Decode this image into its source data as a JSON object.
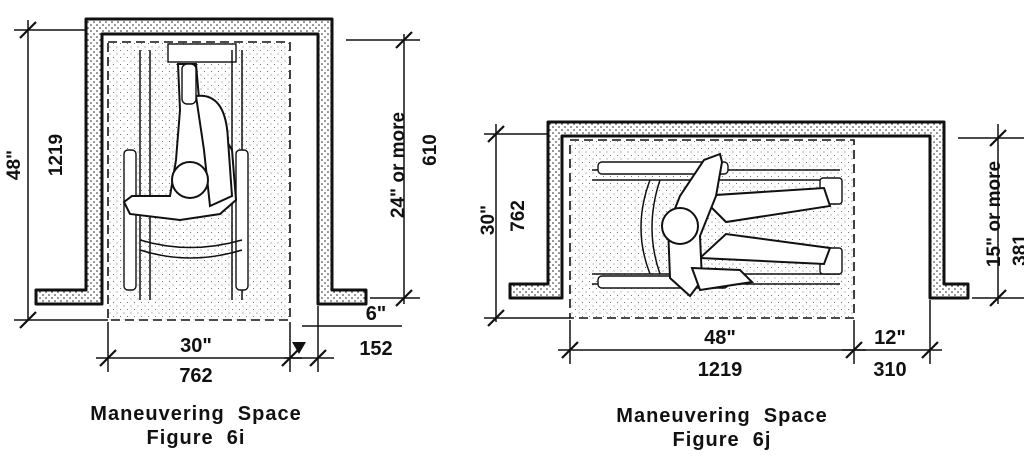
{
  "figure_6i": {
    "depth_in": "48\"",
    "depth_mm": "1219",
    "width_in": "30\"",
    "width_mm": "762",
    "clear_in": "24\" or more",
    "clear_mm": "610",
    "offset_in": "6\"",
    "offset_mm": "152",
    "caption_title": "Maneuvering  Space",
    "caption_figure": "Figure  6i"
  },
  "figure_6j": {
    "depth_in": "30\"",
    "depth_mm": "762",
    "width_in": "48\"",
    "width_mm": "1219",
    "extra_in": "12\"",
    "extra_mm": "310",
    "clear_in": "15\" or more",
    "clear_mm": "381",
    "caption_title": "Maneuvering  Space",
    "caption_figure": "Figure  6j"
  }
}
